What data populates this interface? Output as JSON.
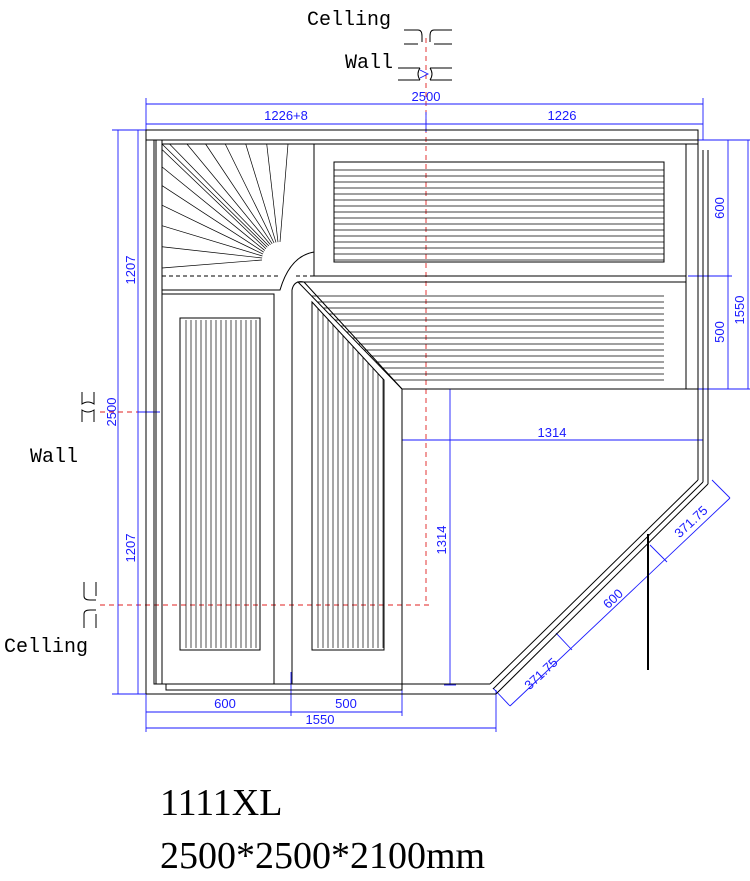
{
  "labels": {
    "ceiling_top": "Celling",
    "wall_top": "Wall",
    "wall_left": "Wall",
    "ceiling_left": "Celling"
  },
  "dimensions": {
    "overall_top": "2500",
    "top_left": "1226+8",
    "top_right": "1226",
    "left_overall": "2500",
    "left_upper": "1207",
    "left_lower": "1207",
    "right_upper": "600",
    "right_lower": "500",
    "right_overall": "1550",
    "inner_horizontal": "1314",
    "inner_vertical": "1314",
    "diag_upper": "371.75",
    "diag_mid": "600",
    "diag_lower": "371.75",
    "bottom_left": "600",
    "bottom_right": "500",
    "bottom_overall": "1550"
  },
  "model": {
    "name": "1111XL",
    "size": "2500*2500*2100mm"
  },
  "colors": {
    "dimension": "#1a1aff",
    "axis": "#e02020",
    "line": "#000000"
  }
}
